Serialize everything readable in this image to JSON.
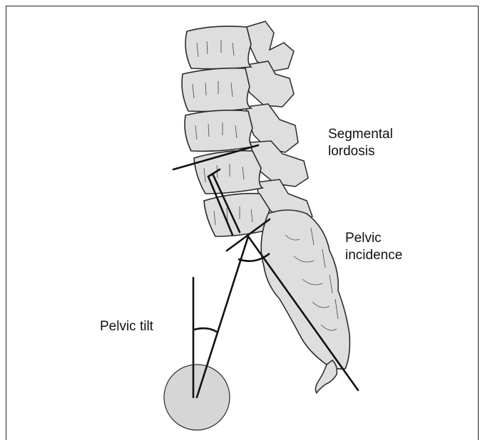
{
  "labels": {
    "segmental_lordosis": [
      "Segmental",
      "lordosis"
    ],
    "pelvic_incidence": [
      "Pelvic",
      "incidence"
    ],
    "pelvic_tilt": "Pelvic tilt"
  },
  "colors": {
    "bone_fill": "#dedede",
    "bone_outline": "#2a2a2a",
    "femoral_head": "#d6d6d6",
    "lines": "#111111",
    "frame": "#222222"
  }
}
